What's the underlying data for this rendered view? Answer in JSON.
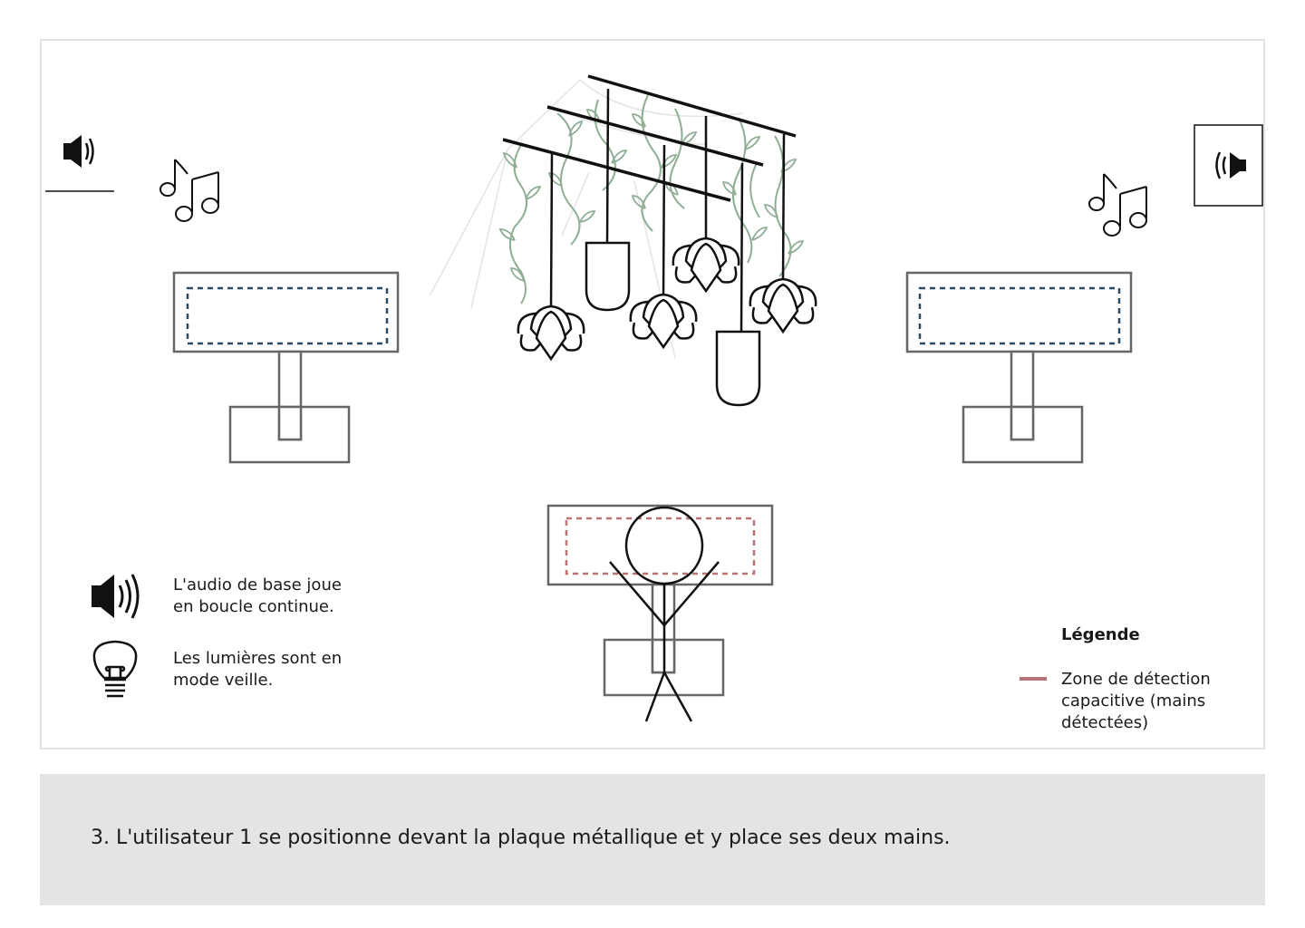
{
  "info": {
    "audio_text": "L'audio de base joue\nen boucle continue.",
    "lights_text": "Les lumières sont en\nmode veille."
  },
  "legend": {
    "title": "Légende",
    "items": [
      {
        "label": "Zone de détection\ncapacitive (mains\ndétectées)",
        "color": "#b87474"
      }
    ]
  },
  "caption": {
    "text": "3. L'utilisateur 1 se positionne devant la plaque métallique et y place ses deux mains."
  },
  "colors": {
    "sensor_idle": "#2c4a66",
    "sensor_active": "#b87474",
    "vines": "#8fae94",
    "stand": "#666666"
  },
  "icons": [
    "speaker-left-icon",
    "music-notes-icon",
    "speaker-right-icon",
    "speaker-icon",
    "lightbulb-icon"
  ]
}
